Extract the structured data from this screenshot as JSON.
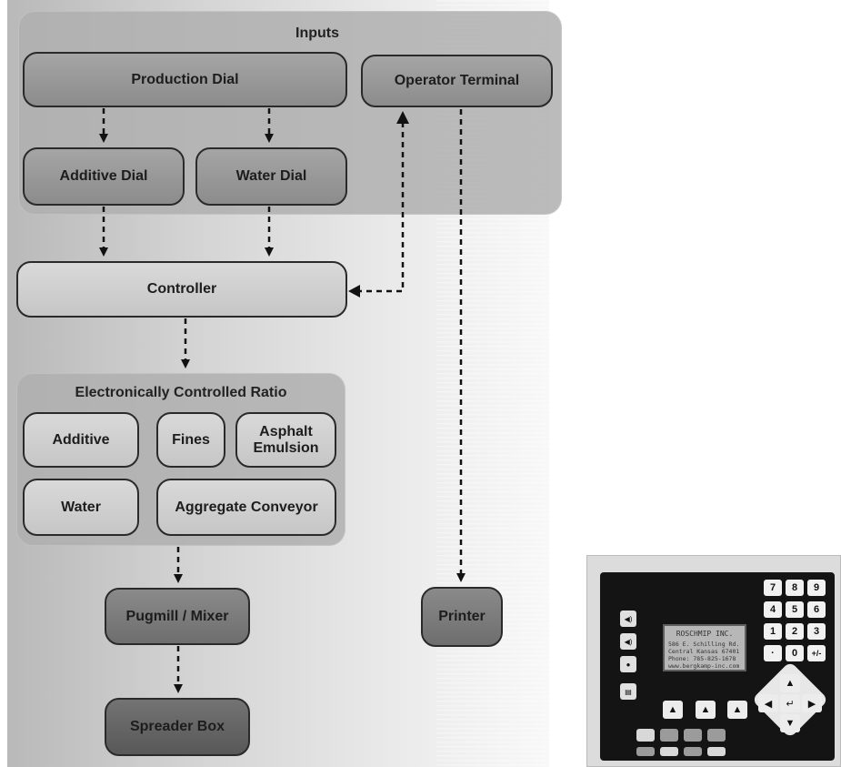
{
  "diagram": {
    "inputs_group": {
      "title": "Inputs"
    },
    "production_dial": "Production Dial",
    "operator_terminal": "Operator Terminal",
    "additive_dial": "Additive Dial",
    "water_dial": "Water Dial",
    "controller": "Controller",
    "ratio_group": {
      "title": "Electronically Controlled Ratio"
    },
    "additive": "Additive",
    "fines": "Fines",
    "asphalt_emulsion_line1": "Asphalt",
    "asphalt_emulsion_line2": "Emulsion",
    "water": "Water",
    "aggregate_conveyor": "Aggregate Conveyor",
    "pugmill_mixer": "Pugmill / Mixer",
    "spreader_box": "Spreader Box",
    "printer": "Printer"
  },
  "keypad": {
    "lcd_lines": [
      "ROSCHMIP INC.",
      "586 E. Schilling Rd.",
      "Central Kansas 67401",
      "Phone: 785-825-1678",
      "www.bergkamp-inc.com"
    ],
    "numeric_keys": [
      "7",
      "8",
      "9",
      "4",
      "5",
      "6",
      "1",
      "2",
      "3",
      "·",
      "0",
      "+/-"
    ],
    "softkey_symbol": "▲",
    "dpad_symbols": [
      "▲",
      "◀",
      "↵",
      "▶",
      "▼"
    ],
    "colors": {
      "panel": "#141414",
      "key": "#f1f1f1",
      "lcd": "#b7b7b7"
    }
  }
}
